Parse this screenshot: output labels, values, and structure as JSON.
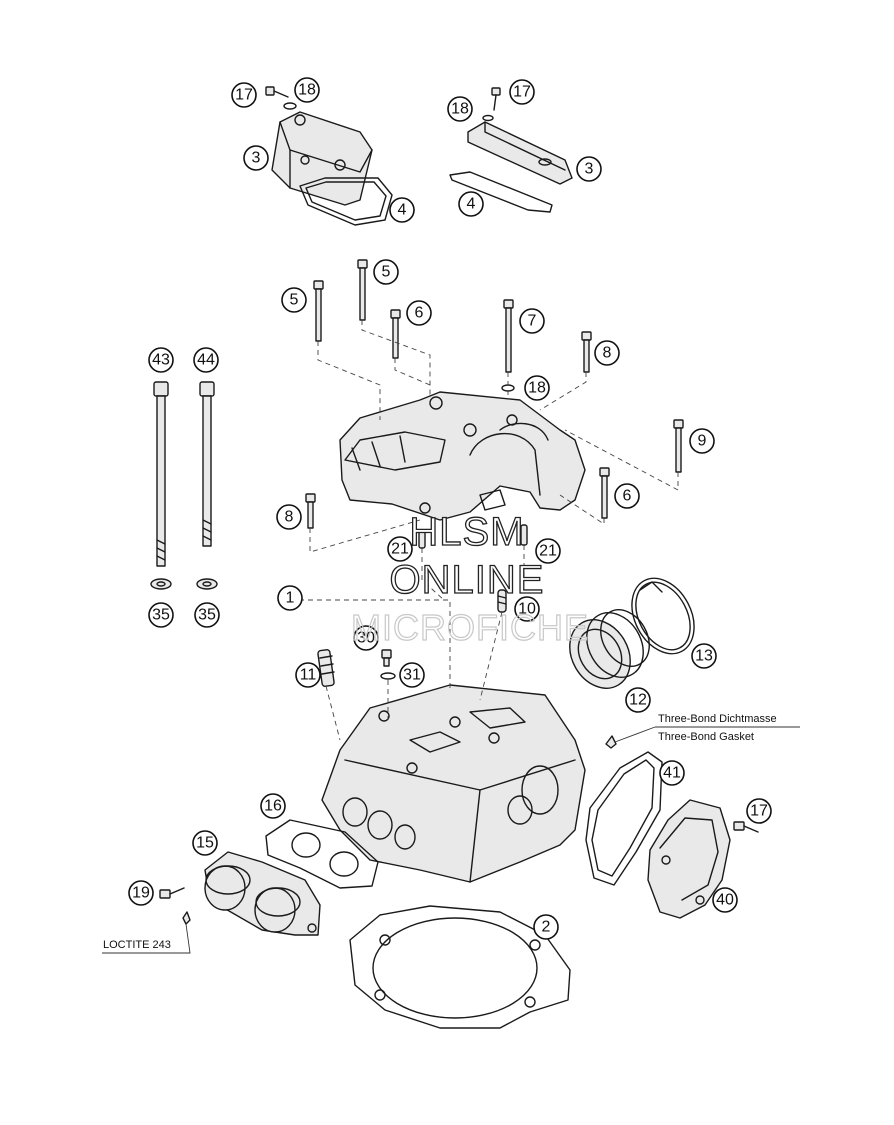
{
  "watermark": {
    "line1": "HLSM",
    "line2": "ONLINE",
    "line3": "MICROFICHE"
  },
  "notes": {
    "sealant_top": "Three-Bond Dichtmasse",
    "sealant_bottom": "Three-Bond Gasket",
    "loctite": "LOCTITE 243"
  },
  "callouts": [
    "17",
    "18",
    "3",
    "4",
    "18",
    "17",
    "3",
    "4",
    "5",
    "5",
    "6",
    "7",
    "8",
    "18",
    "9",
    "6",
    "8",
    "43",
    "44",
    "35",
    "35",
    "21",
    "21",
    "1",
    "10",
    "30",
    "31",
    "11",
    "13",
    "12",
    "41",
    "17",
    "40",
    "16",
    "15",
    "19",
    "2"
  ]
}
